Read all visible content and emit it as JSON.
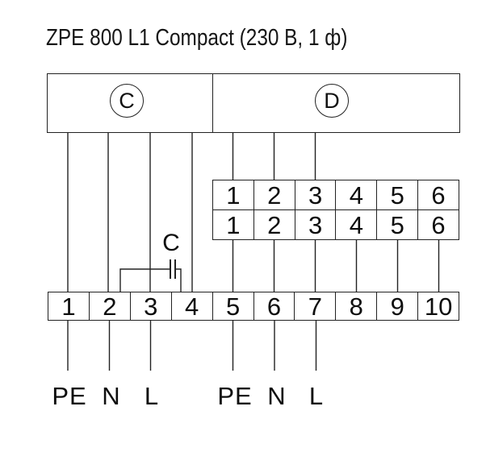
{
  "title": "ZPE 800 L1 Compact (230 В, 1 ф)",
  "colors": {
    "line": "#222222",
    "background": "#ffffff",
    "text": "#111111"
  },
  "modules": {
    "left": {
      "label": "C"
    },
    "right": {
      "label": "D"
    }
  },
  "capacitor": {
    "label": "C"
  },
  "connector_block": {
    "top_row": [
      "1",
      "2",
      "3",
      "4",
      "5",
      "6"
    ],
    "bottom_row": [
      "1",
      "2",
      "3",
      "4",
      "5",
      "6"
    ]
  },
  "terminal_strip": {
    "cells": [
      "1",
      "2",
      "3",
      "4",
      "5",
      "6",
      "7",
      "8",
      "9",
      "10"
    ]
  },
  "wire_labels": {
    "left_group": [
      "PE",
      "N",
      "L"
    ],
    "right_group": [
      "PE",
      "N",
      "L"
    ]
  }
}
